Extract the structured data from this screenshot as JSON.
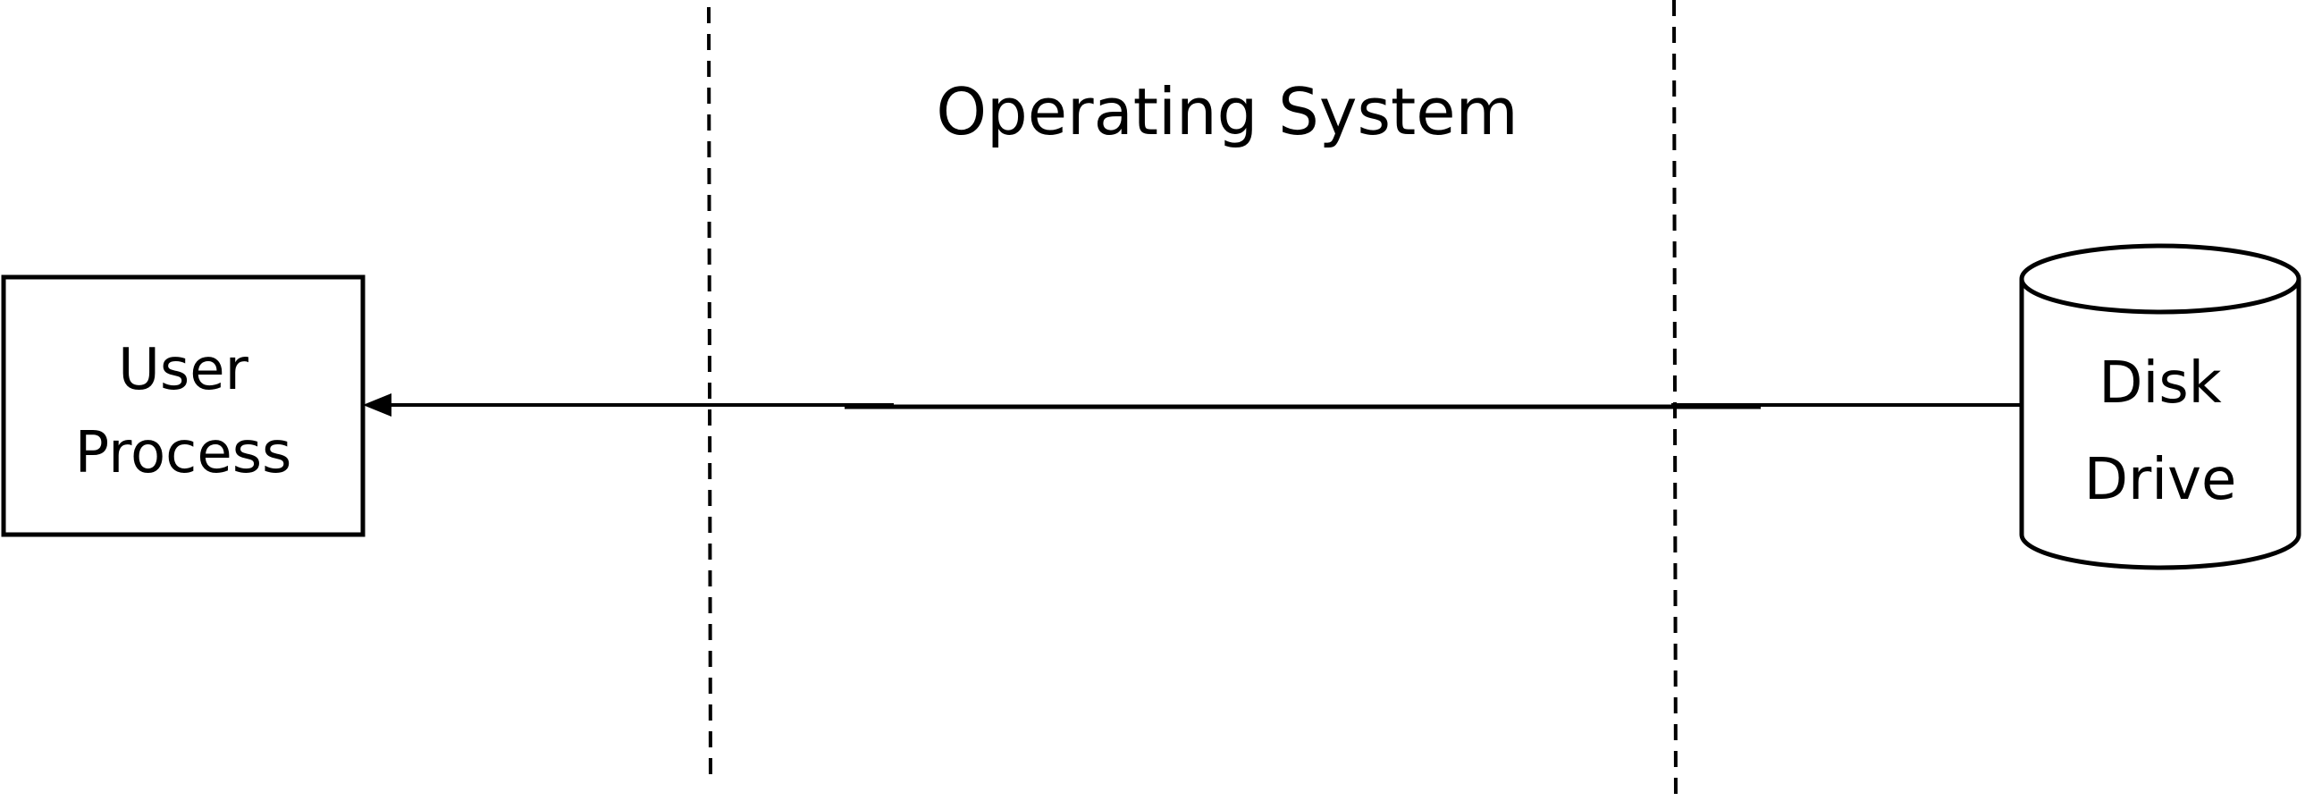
{
  "diagram": {
    "title": "Operating System",
    "user_process": {
      "line1": "User",
      "line2": "Process"
    },
    "disk_drive": {
      "line1": "Disk",
      "line2": "Drive"
    },
    "colors": {
      "stroke": "#000000",
      "background": "#ffffff"
    },
    "icons": {
      "arrowhead": "arrowhead-left-icon",
      "disk": "cylinder-disk-icon"
    }
  }
}
